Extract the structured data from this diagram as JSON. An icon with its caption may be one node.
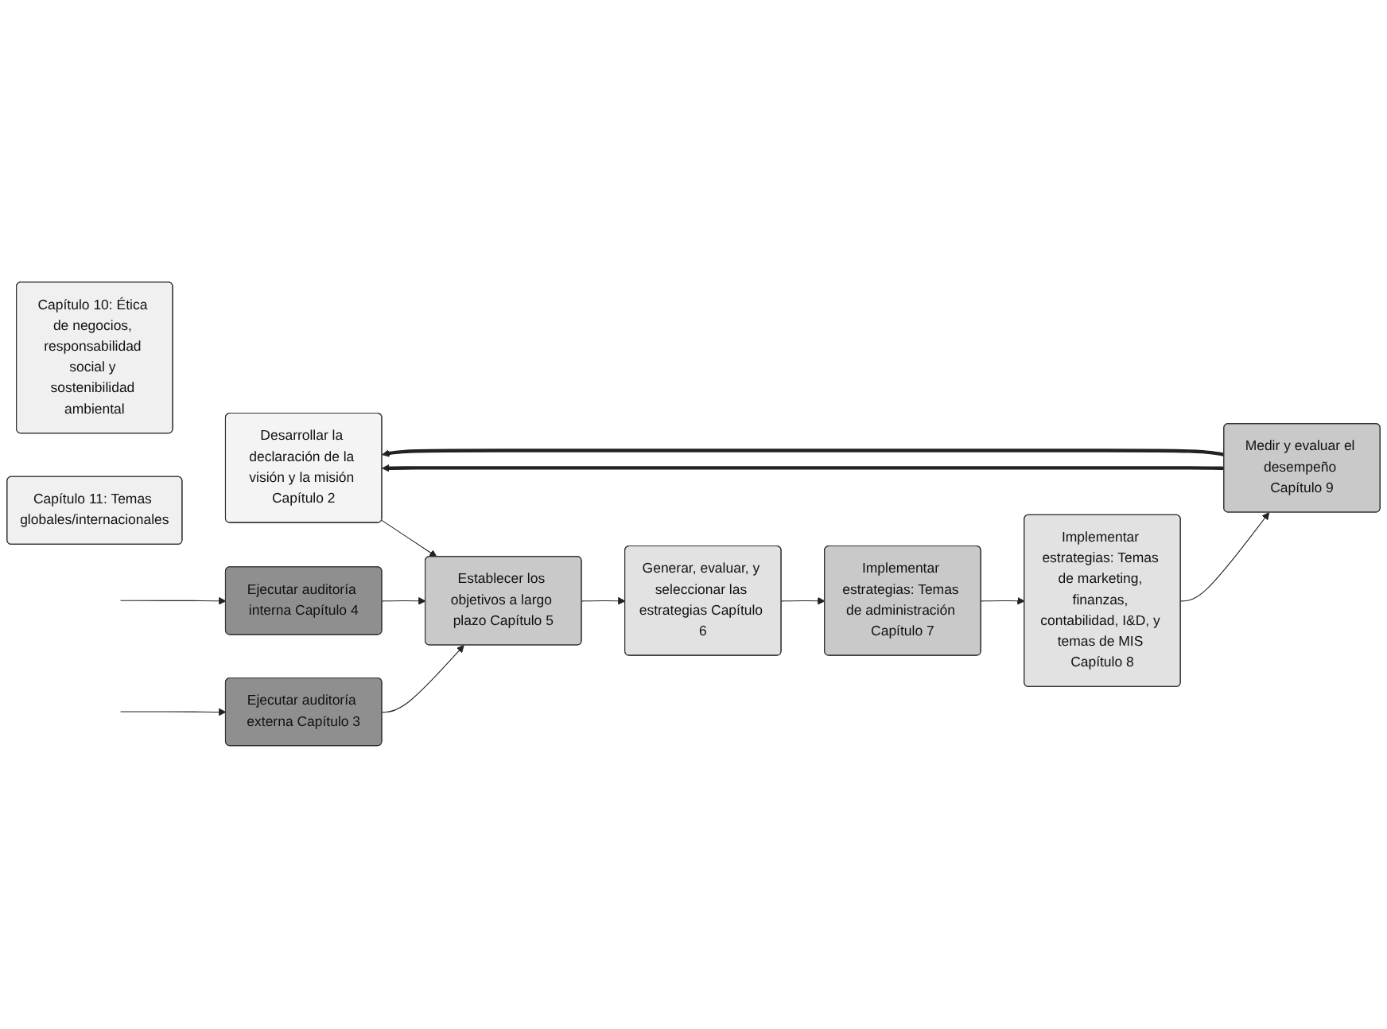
{
  "diagram": {
    "nodes": [
      {
        "text": [
          "Capítulo 10: Ética de negocios, responsabilidad social y sostenibilidad ambiental"
        ]
      },
      {
        "text": [
          "Desarrollar la declaración de la visión y la misión Capítulo 2"
        ]
      },
      {
        "text": [
          "Ejecutar auditoría externa Capítulo 3"
        ]
      },
      {
        "text": [
          "Ejecutar auditoría interna Capítulo 4"
        ]
      },
      {
        "text": [
          "Establecer los objetivos a largo plazo Capítulo 5"
        ]
      },
      {
        "text": [
          "Generar, evaluar, y seleccionar las estrategias Capítulo 6"
        ]
      },
      {
        "text": [
          "Implementar estrategias: Temas de administración Capítulo 7"
        ]
      },
      {
        "text": [
          "Implementar estrategias: Temas de marketing, finanzas, contabilidad, I&D, y temas de MIS Capítulo 8"
        ]
      },
      {
        "text": [
          "Medir y evaluar el desempeño Capítulo 9"
        ]
      },
      {
        "text": [
          "Capítulo 11: Temas globales/internacionales"
        ]
      }
    ],
    "edges": [
      {
        "from": 1,
        "to": 4,
        "arrow": "to"
      },
      {
        "from": 2,
        "to": 4,
        "arrow": "to"
      },
      {
        "from": 3,
        "to": 4,
        "arrow": "to"
      },
      {
        "from": 4,
        "to": 5,
        "arrow": "to"
      },
      {
        "from": 5,
        "to": 6,
        "arrow": "to"
      },
      {
        "from": 6,
        "to": 7,
        "arrow": "to"
      },
      {
        "from": 7,
        "to": 8,
        "arrow": "to"
      },
      {
        "from": 8,
        "to": 1,
        "arrow": "to",
        "style": "thick"
      },
      {
        "from": 8,
        "to": 1,
        "arrow": "to",
        "style": "thick"
      },
      {
        "from": null,
        "to": 2,
        "arrow": "to"
      },
      {
        "from": null,
        "to": 3,
        "arrow": "to"
      }
    ]
  }
}
